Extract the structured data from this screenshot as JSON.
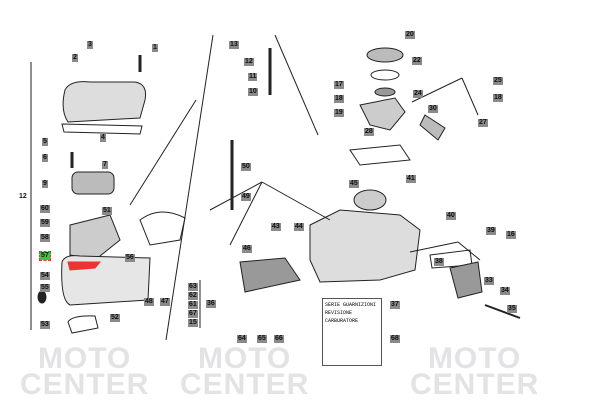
{
  "watermark": {
    "line1": "MOTO",
    "line2": "CENTER"
  },
  "kit_box": {
    "line1": "SERIE GUARNIZIONI",
    "line2": "REVISIONE",
    "line3": "CARBURATORE"
  },
  "highlighted_part": "57",
  "part_labels": [
    "1",
    "2",
    "3",
    "4",
    "5",
    "6",
    "7",
    "9",
    "12",
    "13",
    "12",
    "11",
    "10",
    "50",
    "49",
    "20",
    "22",
    "17",
    "24",
    "18",
    "19",
    "30",
    "25",
    "18",
    "27",
    "28",
    "45",
    "41",
    "40",
    "39",
    "16",
    "43",
    "44",
    "46",
    "38",
    "33",
    "34",
    "35",
    "37",
    "68",
    "60",
    "51",
    "59",
    "58",
    "57",
    "56",
    "54",
    "55",
    "53",
    "52",
    "48",
    "47",
    "63",
    "62",
    "61",
    "67",
    "15",
    "36",
    "64",
    "65",
    "66"
  ]
}
